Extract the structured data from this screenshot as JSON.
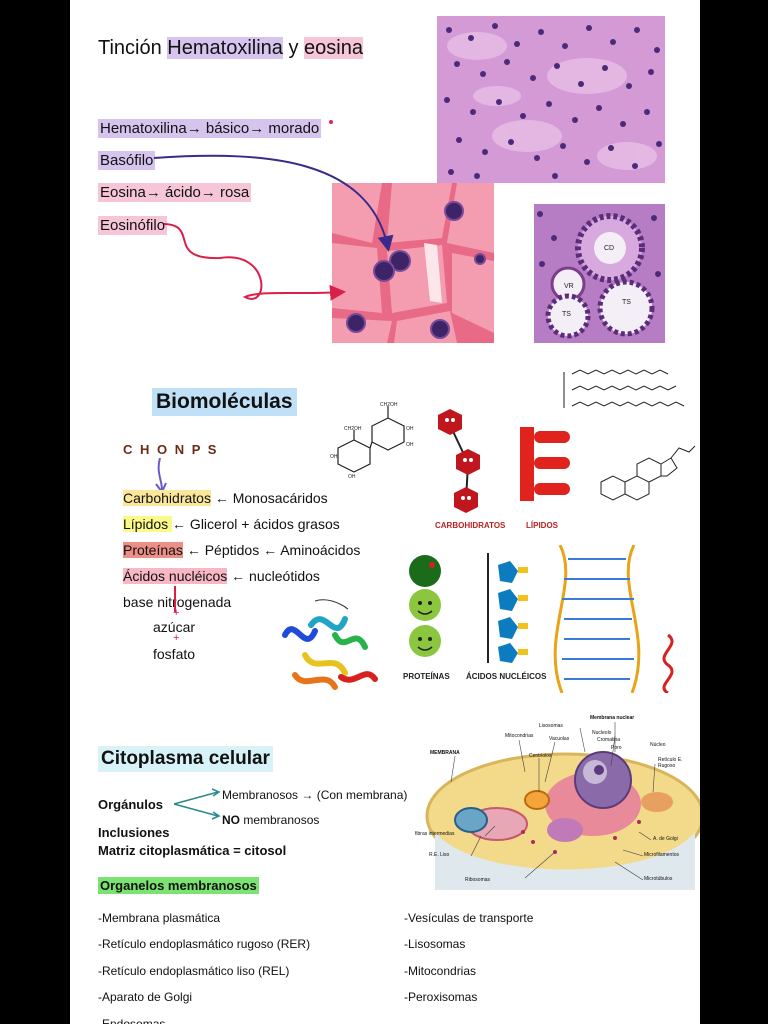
{
  "he": {
    "title_prefix": "Tinción ",
    "title_hema": "Hematoxilina",
    "title_mid": " y ",
    "title_eosina": "eosina",
    "line1": "Hematoxilina→ básico→ morado",
    "line2": "Basófilo",
    "line3": "Eosina→ ácido→ rosa",
    "line4": "Eosinófilo",
    "micro_labels": [
      "CD",
      "VR",
      "TS",
      "TS"
    ]
  },
  "bio": {
    "title": "Biomoléculas",
    "chonps": "C H O N P S",
    "rows": [
      {
        "term": "Carbohidratos",
        "rest": " ← Monosacáridos"
      },
      {
        "term": "Lípidos ",
        "rest": " ← Glicerol + ácidos grasos"
      },
      {
        "term": "Proteínas",
        "rest": " ← Péptidos ← Aminoácidos"
      },
      {
        "term": "Ácidos nucléicos",
        "rest": " ← nucleótidos"
      }
    ],
    "base": "base nitrogenada",
    "plus1": "+",
    "sugar": "azúcar",
    "plus2": "+",
    "phosphate": "fosfato",
    "icon_labels": {
      "carbs": "CARBOHIDRATOS",
      "lipids": "LÍPIDOS",
      "proteins": "PROTEÍNAS",
      "nucleic": "ÁCIDOS NUCLÉICOS"
    }
  },
  "cyto": {
    "title": "Citoplasma celular",
    "organulos": "Orgánulos",
    "membranosos": "Membranosos → (Con membrana)",
    "no": "NO",
    "no_rest": " membranosos",
    "inclusiones": "Inclusiones",
    "matriz": "Matriz citoplasmática = citosol",
    "organelos_title": "Organelos membranosos",
    "left_list": [
      "-Membrana plasmática",
      "-Retículo endoplasmático rugoso (RER)",
      "-Retículo endoplasmático liso (REL)",
      "-Aparato de Golgi",
      "-Endosomas"
    ],
    "right_list": [
      "-Vesículas de transporte",
      "-Lisosomas",
      "-Mitocondrias",
      "-Peroxisomas"
    ],
    "cell_labels": {
      "lisosomas": "Lisosomas",
      "membrana_nuclear": "Membrana nuclear",
      "nucleolo": "Nucleolo",
      "cromatina": "Cromatina",
      "poro": "Poro",
      "nucleo": "Núcleo",
      "mitocondrias": "Mitocondrias",
      "vacuolas": "Vacuolas",
      "centriolos": "Centriolos",
      "membrana": "MEMBRANA",
      "reticulo_rugoso": "Retículo E. Rugoso",
      "fibras": "fibras intermedias",
      "golgi": "A. de Golgi",
      "re_liso": "R.E. Liso",
      "microfilamentos": "Microfilamentos",
      "ribosomas": "Ribosomas",
      "microtubulos": "Microtúbulos"
    }
  },
  "colors": {
    "purple": "#d6c4ef",
    "pink": "#f6c6d8",
    "blue": "#bfe0f6",
    "green": "#7be371",
    "arrow_navy": "#3a2a8a",
    "arrow_red": "#d9204a"
  }
}
